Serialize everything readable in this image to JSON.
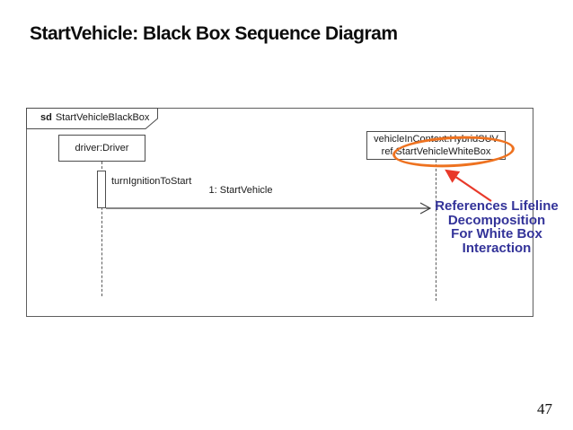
{
  "slide": {
    "title": "StartVehicle: Black Box Sequence Diagram",
    "page_number": "47"
  },
  "frame": {
    "keyword": "sd",
    "name": "StartVehicleBlackBox"
  },
  "lifelines": {
    "driver": {
      "label": "driver:Driver"
    },
    "vehicle": {
      "line1": "vehicleInContext:HybridSUV",
      "line2": "ref StartVehicleWhiteBox"
    }
  },
  "messages": {
    "self_message": {
      "label": "turnIgnitionToStart"
    },
    "message1": {
      "label": "1: StartVehicle"
    }
  },
  "annotation": {
    "line1": "References Lifeline",
    "line2": "Decomposition",
    "line3": "For White Box",
    "line4": "Interaction"
  },
  "colors": {
    "annotation_text": "#333399",
    "highlight_ellipse": "#ee7220",
    "callout_arrow": "#e8392a",
    "diagram_stroke": "#4d4d4d"
  }
}
